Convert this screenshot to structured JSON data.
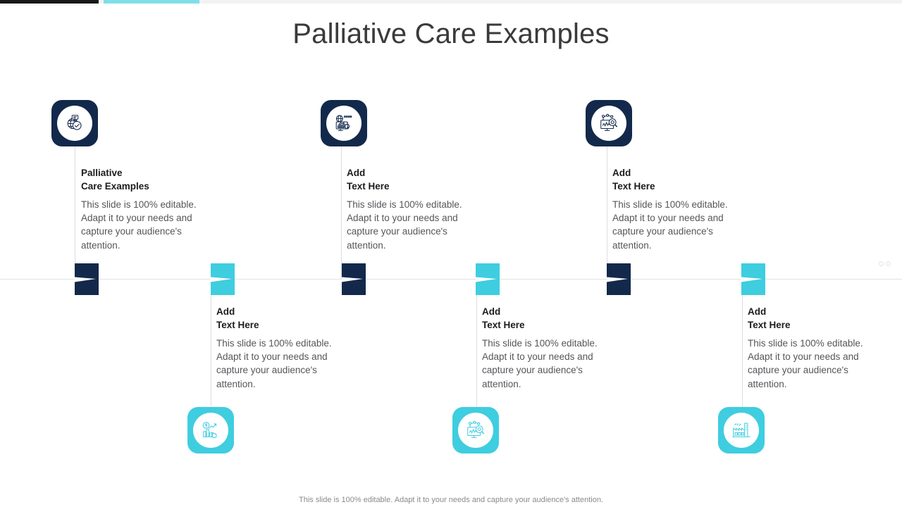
{
  "title": "Palliative Care Examples",
  "footer": "This slide is 100% editable. Adapt it to your needs and capture your audience's attention.",
  "colors": {
    "navy": "#13294B",
    "cyan": "#3FCDE0",
    "title_text": "#3A3A3C",
    "body_text": "#55565A",
    "head_text": "#1C1C1E",
    "axis": "#E2E2E4",
    "progress_dark": "#17181A",
    "progress_cyan": "#7FDFE8",
    "page_bg": "#FFFFFF"
  },
  "progress_bar": {
    "segments": [
      {
        "name": "segment-dark",
        "color": "#17181A"
      },
      {
        "name": "segment-cyan",
        "color": "#7FDFE8"
      }
    ]
  },
  "body_text": "This slide is 100% editable. Adapt it to your needs and capture your audience's attention.",
  "nodes": [
    {
      "id": "node-1",
      "position": "above-axis",
      "accent": "navy",
      "icon": "globe-network-icon",
      "heading": "Palliative\nCare Examples",
      "body": "This slide is 100% editable. Adapt it to your needs and capture your audience's attention."
    },
    {
      "id": "node-2",
      "position": "below-axis",
      "accent": "cyan",
      "icon": "growth-chart-money-hand-icon",
      "heading": "Add\nText Here",
      "body": "This slide is 100% editable. Adapt it to your needs and capture your audience's attention."
    },
    {
      "id": "node-3",
      "position": "above-axis",
      "accent": "navy",
      "icon": "globe-monitor-money-bag-icon",
      "heading": "Add\nText Here",
      "body": "This slide is 100% editable. Adapt it to your needs and capture your audience's attention."
    },
    {
      "id": "node-4",
      "position": "below-axis",
      "accent": "cyan",
      "icon": "monitor-analytics-magnifier-icon",
      "heading": "Add\nText Here",
      "body": "This slide is 100% editable. Adapt it to your needs and capture your audience's attention."
    },
    {
      "id": "node-5",
      "position": "above-axis",
      "accent": "navy",
      "icon": "monitor-analytics-magnifier-icon",
      "heading": "Add\nText Here",
      "body": "This slide is 100% editable. Adapt it to your needs and capture your audience's attention."
    },
    {
      "id": "node-6",
      "position": "below-axis",
      "accent": "cyan",
      "icon": "factory-industry-icon",
      "heading": "Add\nText Here",
      "body": "This slide is 100% editable. Adapt it to your needs and capture your audience's attention."
    }
  ]
}
